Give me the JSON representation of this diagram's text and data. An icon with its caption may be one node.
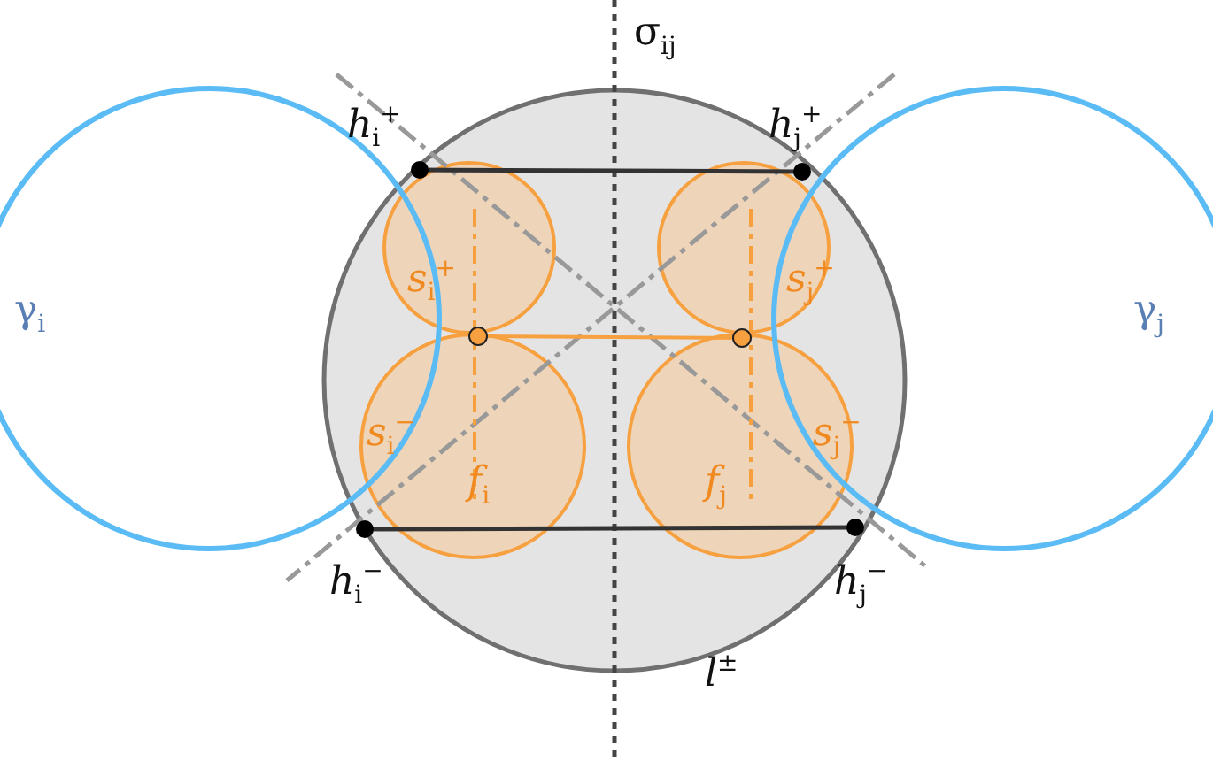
{
  "diagram": {
    "labels": [
      "σ$_{ij}$",
      "*h*$_{i}$$^{+}$",
      "*h*$_{j}$$^{+}$",
      "γ$_{i}$",
      "γ$_{j}$",
      "*s*$_{i}$$^{+}$",
      "*s*$_{j}$$^{+}$",
      "*s*$_{i}$$^{−}$",
      "*s*$_{j}$$^{−}$",
      "*f*$_{i}$",
      "*f*$_{j}$",
      "*h*$_{i}$$^{−}$",
      "*h*$_{j}$$^{−}$",
      "*l*$^{±}$"
    ]
  }
}
